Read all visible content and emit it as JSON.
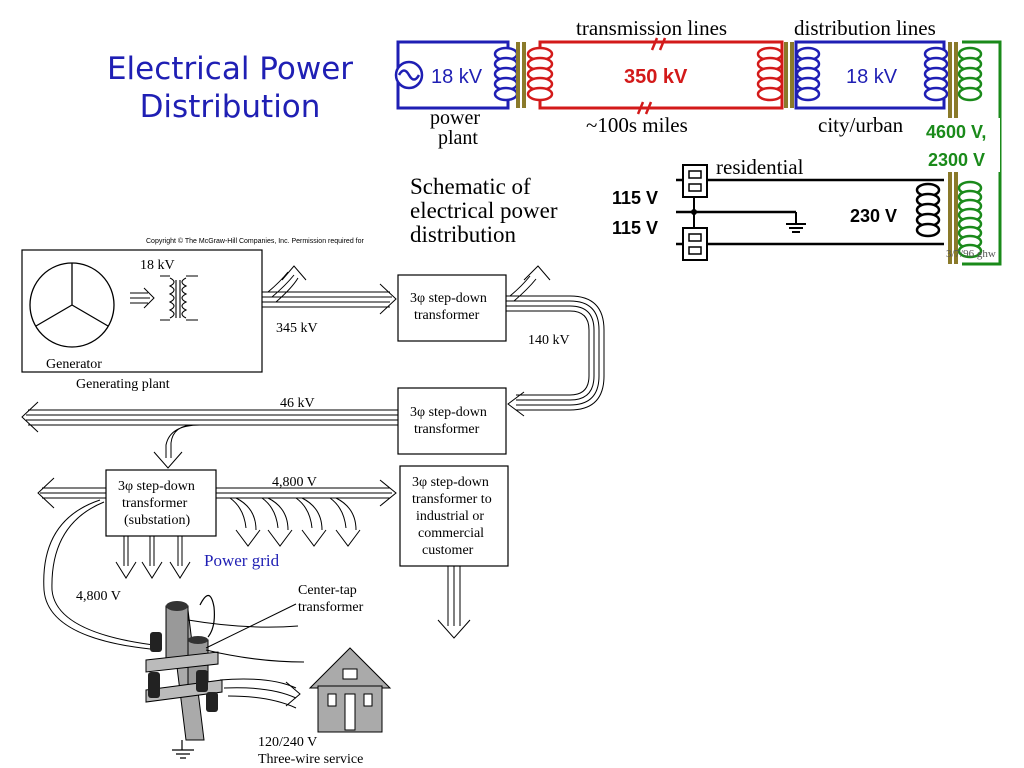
{
  "title": {
    "line1": "Electrical Power",
    "line2": "Distribution"
  },
  "schematic": {
    "title_lines": [
      "Schematic of",
      "electrical power",
      "distribution"
    ],
    "plant_voltage": "18 kV",
    "plant_label_lines": [
      "power",
      "plant"
    ],
    "transmission_header": "transmission lines",
    "transmission_voltage": "350 kV",
    "transmission_distance": "~100s miles",
    "distribution_header": "distribution lines",
    "distribution_voltage": "18 kV",
    "city_label": "city/urban",
    "green_voltage_lines": [
      "4600 V,",
      "2300 V"
    ],
    "residential_label": "residential",
    "v_top": "115 V",
    "v_bottom": "115 V",
    "v_230": "230 V",
    "credit": "3/7/96 ghw",
    "colors": {
      "blue": "#1f1fb4",
      "red": "#d31a1a",
      "green": "#1a8a1a"
    }
  },
  "figure": {
    "copyright": "Copyright © The McGraw-Hill Companies, Inc. Permission required for",
    "gen_voltage": "18 kV",
    "generator_label": "Generator",
    "plant_caption": "Generating plant",
    "v345": "345 kV",
    "v140": "140 kV",
    "v46": "46 kV",
    "v4800_top": "4,800 V",
    "v4800_left": "4,800 V",
    "box1_lines": [
      "3φ step-down",
      "transformer"
    ],
    "box2_lines": [
      "3φ step-down",
      "transformer"
    ],
    "box3_lines": [
      "3φ step-down",
      "transformer",
      "(substation)"
    ],
    "box4_lines": [
      "3φ step-down",
      "transformer to",
      "industrial or",
      "commercial",
      "customer"
    ],
    "power_grid": "Power grid",
    "center_tap_lines": [
      "Center-tap",
      "transformer"
    ],
    "service_lines": [
      "120/240 V",
      "Three-wire service"
    ]
  }
}
